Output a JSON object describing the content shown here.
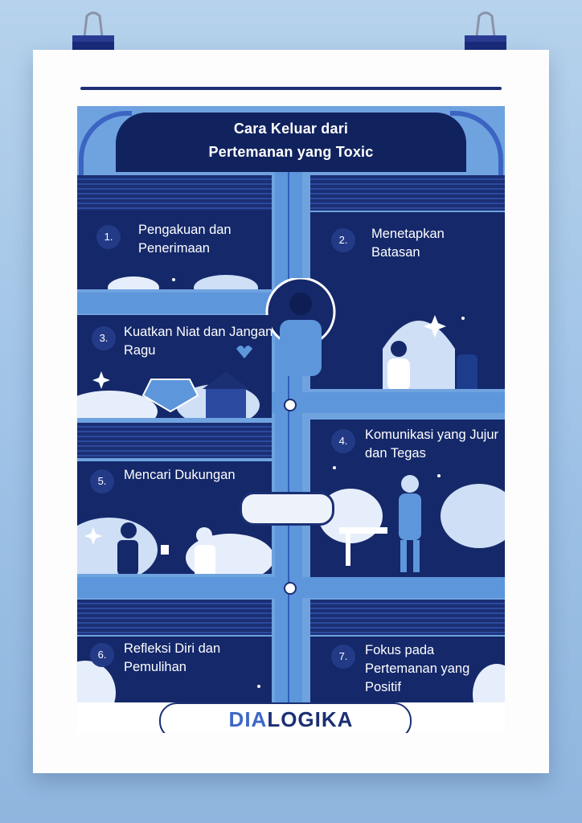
{
  "poster": {
    "title_line1": "Cara Keluar dari",
    "title_line2": "Pertemanan yang Toxic"
  },
  "steps": [
    {
      "number": "1.",
      "text": "Pengakuan dan Penerimaan"
    },
    {
      "number": "2.",
      "text": "Menetapkan Batasan"
    },
    {
      "number": "3.",
      "text": "Kuatkan Niat dan Jangan Ragu"
    },
    {
      "number": "4.",
      "text": "Komunikasi yang Jujur dan Tegas"
    },
    {
      "number": "5.",
      "text": "Mencari Dukungan"
    },
    {
      "number": "6.",
      "text": "Refleksi Diri dan Pemulihan"
    },
    {
      "number": "7.",
      "text": "Fokus pada Pertemanan yang Positif"
    }
  ],
  "brand": {
    "logo_part1": "DIA",
    "logo_part2": "LOGIKA"
  },
  "colors": {
    "navy": "#14286a",
    "blue": "#5d96db",
    "paper": "#fdfdfe",
    "background": "#a9cbe9"
  }
}
